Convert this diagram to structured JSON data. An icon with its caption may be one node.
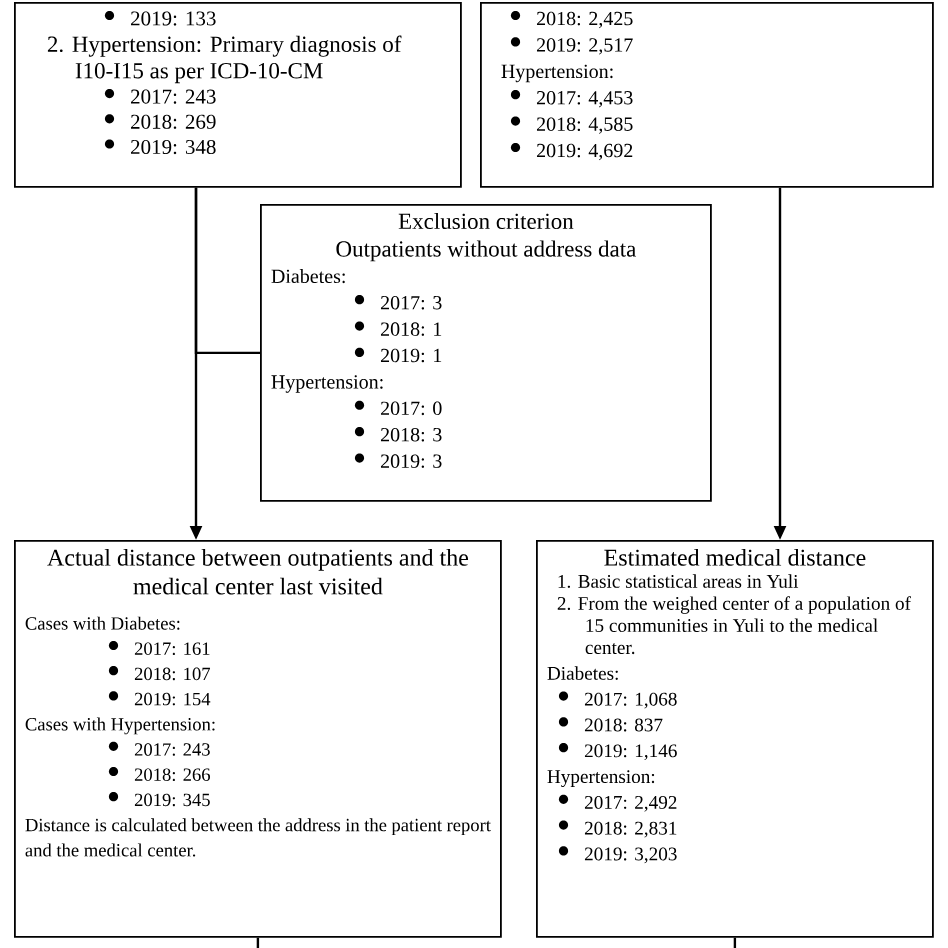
{
  "diagram": {
    "nodes": [
      {
        "text": [
          "2019: 133",
          "2. Hypertension: Primary diagnosis of I10-I15 as per ICD-10-CM",
          "2017: 243",
          "2018: 269",
          "2019: 348"
        ]
      },
      {
        "text": [
          "2018: 2,425",
          "2019: 2,517",
          "Hypertension:",
          "2017: 4,453",
          "2018: 4,585",
          "2019: 4,692"
        ]
      },
      {
        "text": [
          "Exclusion criterion",
          "Outpatients without address data",
          "Diabetes:",
          "2017: 3",
          "2018: 1",
          "2019: 1",
          "Hypertension:",
          "2017: 0",
          "2018: 3",
          "2019: 3"
        ]
      },
      {
        "text": [
          "Actual distance between outpatients and the medical center last visited",
          "Cases with Diabetes:",
          "2017: 161",
          "2018: 107",
          "2019: 154",
          "Cases with Hypertension:",
          "2017: 243",
          "2018: 266",
          "2019: 345",
          "Distance is calculated between the address in the patient report and the medical center."
        ]
      },
      {
        "text": [
          "Estimated medical distance",
          "1. Basic statistical areas in Yuli",
          "2. From the weighed center of a population of 15 communities in Yuli to the medical center.",
          "Diabetes:",
          "2017: 1,068",
          "2018: 837",
          "2019: 1,146",
          "Hypertension:",
          "2017: 2,492",
          "2018: 2,831",
          "2019: 3,203"
        ]
      }
    ],
    "edges": [
      {
        "from": 0,
        "to": 3,
        "arrow": "to"
      },
      {
        "from": 0,
        "to": 2,
        "arrow": "none"
      },
      {
        "from": 1,
        "to": 4,
        "arrow": "to"
      },
      {
        "from": 3,
        "to": null,
        "arrow": "none"
      },
      {
        "from": 4,
        "to": null,
        "arrow": "none"
      }
    ]
  }
}
